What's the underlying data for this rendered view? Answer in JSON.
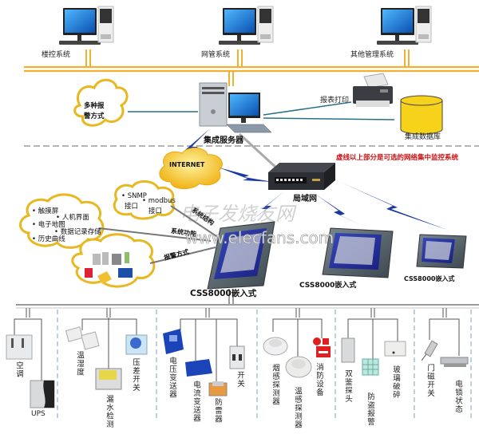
{
  "top_systems": [
    {
      "label": "楼控系统"
    },
    {
      "label": "网管系统"
    },
    {
      "label": "其他管理系统"
    }
  ],
  "server": {
    "label": "集成服务器",
    "alarm_cloud": "多种报警方式",
    "alarm_cloud_lines": [
      "多种报",
      "警方式"
    ],
    "printer_label": "报表打印",
    "database_label": "集成数据库"
  },
  "optional_note": "虚线以上部分是可选的网络集中监控系统",
  "internet_label": "INTERNET",
  "lan_label": "局域网",
  "interfaces_cloud": {
    "items": [
      "SNMP",
      "modbus"
    ],
    "sub": [
      "接口",
      "接口"
    ]
  },
  "features_cloud": {
    "items": [
      "触摸屏",
      "人机界面",
      "电子地图",
      "数据记录存储",
      "历史曲线"
    ]
  },
  "connector_labels": {
    "system_structure": "系统结构",
    "system_function": "系统功能",
    "alarm_method": "报警方式"
  },
  "embedded_units": [
    {
      "label": "CSS8000嵌入式"
    },
    {
      "label": "CSS8000嵌入式"
    },
    {
      "label": "CSS8000嵌入式"
    }
  ],
  "watermark": {
    "chinese": "电子发烧友网",
    "url": "www.elecfans.com"
  },
  "device_groups": [
    {
      "devices": [
        {
          "label": "空调"
        },
        {
          "label": "UPS"
        }
      ]
    },
    {
      "devices": [
        {
          "label": "温湿度"
        },
        {
          "label": "漏水检测"
        },
        {
          "label": "压差开关"
        }
      ]
    },
    {
      "devices": [
        {
          "label": "电压变送器"
        },
        {
          "label": "电流变送器"
        },
        {
          "label": "防雷器"
        },
        {
          "label": "开关"
        }
      ]
    },
    {
      "devices": [
        {
          "label": "烟感探测器"
        },
        {
          "label": "温感探测器"
        },
        {
          "label": "消防设备"
        }
      ]
    },
    {
      "devices": [
        {
          "label": "双鉴探头"
        },
        {
          "label": "防盗报警"
        },
        {
          "label": "玻璃破碎"
        }
      ]
    },
    {
      "devices": [
        {
          "label": "门磁开关"
        },
        {
          "label": "电锁状态"
        }
      ]
    }
  ],
  "colors": {
    "bus_orange": "#f0b030",
    "bus_gray": "#9a9a9a",
    "cloud_border": "#e8b820",
    "lightning_blue": "#1a3aa0",
    "link_teal": "#2a6f8a",
    "database_yellow": "#f7d21a",
    "note_red": "#d01010",
    "monitor_blue": "#1f7fd6",
    "dashed_divider": "#7fa3b8"
  }
}
